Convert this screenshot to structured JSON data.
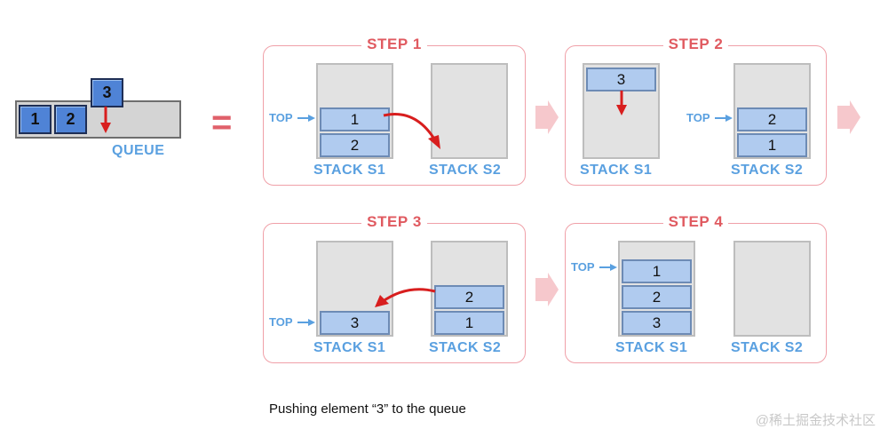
{
  "queue": {
    "label": "QUEUE",
    "items": [
      "1",
      "2"
    ],
    "incoming": "3"
  },
  "equals": "=",
  "steps": [
    {
      "title": "STEP 1",
      "s1_label": "STACK S1",
      "s2_label": "STACK S2",
      "s1": [
        "1",
        "2"
      ],
      "s2": [],
      "top_label": "TOP"
    },
    {
      "title": "STEP 2",
      "s1_label": "STACK S1",
      "s2_label": "STACK S2",
      "s1": [],
      "s1_incoming": "3",
      "s2": [
        "2",
        "1"
      ],
      "top_label": "TOP"
    },
    {
      "title": "STEP 3",
      "s1_label": "STACK S1",
      "s2_label": "STACK S2",
      "s1": [
        "3"
      ],
      "s2": [
        "2",
        "1"
      ],
      "top_label": "TOP"
    },
    {
      "title": "STEP 4",
      "s1_label": "STACK S1",
      "s2_label": "STACK S2",
      "s1": [
        "1",
        "2",
        "3"
      ],
      "s2": [],
      "top_label": "TOP"
    }
  ],
  "caption": "Pushing element “3” to the queue",
  "watermark": "@稀土掘金技术社区",
  "colors": {
    "accent": "#e05a60",
    "blue_label": "#5aa0e0",
    "arrow": "#d81e1e",
    "block_dark": "#4f83d6",
    "block_light": "#b0cbef"
  }
}
